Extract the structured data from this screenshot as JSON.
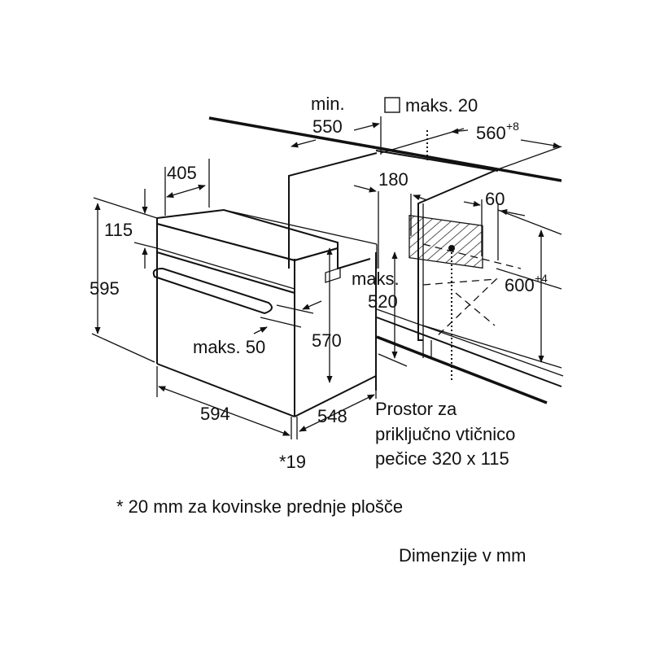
{
  "diagram": {
    "labels": {
      "min": "min.",
      "d550": "550",
      "maks20": "maks. 20",
      "d560": "560",
      "d560_tol": "+8",
      "d405": "405",
      "d180": "180",
      "d60": "60",
      "d115": "115",
      "d595": "595",
      "maks": "maks.",
      "d520": "520",
      "d600": "600",
      "d600_tol": "+4",
      "maks50": "maks. 50",
      "d570": "570",
      "d594": "594",
      "d548": "548",
      "d19": "*19"
    },
    "socket_note": [
      "Prostor za",
      "priključno vtičnico",
      "pečice 320 x 115"
    ],
    "footnote": "* 20 mm za kovinske prednje plošče",
    "units_note": "Dimenzije v mm"
  }
}
